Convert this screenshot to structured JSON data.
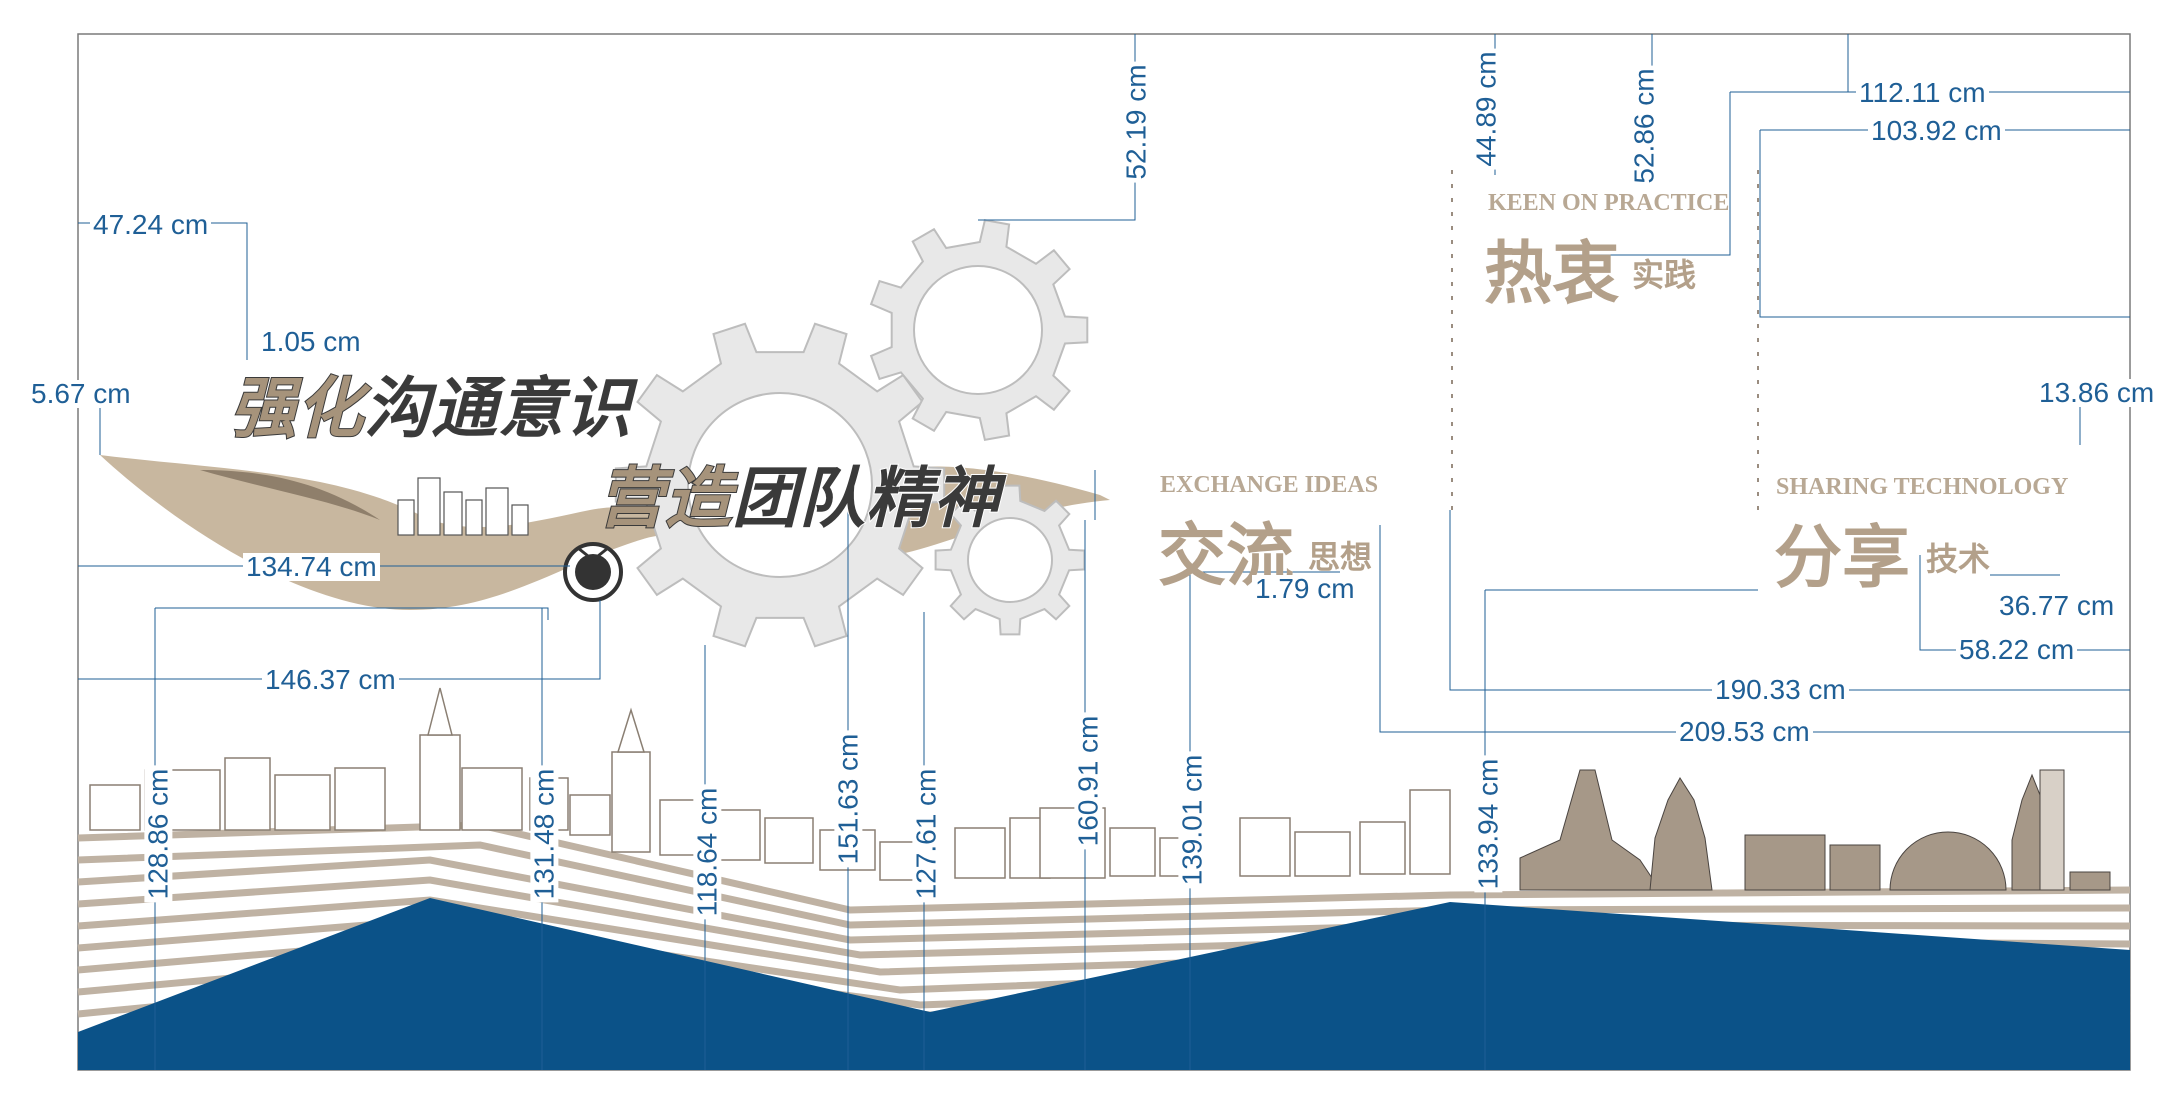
{
  "dimensions": [
    "47.24 cm",
    "1.05 cm",
    "5.67 cm",
    "134.74 cm",
    "146.37 cm",
    "52.19 cm",
    "44.89 cm",
    "52.86 cm",
    "112.11 cm",
    "103.92 cm",
    "13.86 cm",
    "1.79 cm",
    "36.77 cm",
    "58.22 cm",
    "190.33 cm",
    "209.53 cm",
    "128.86 cm",
    "131.48 cm",
    "118.64 cm",
    "151.63 cm",
    "127.61 cm",
    "160.91 cm",
    "139.01 cm",
    "133.94 cm"
  ],
  "slogan": {
    "line1_gold": "强化",
    "line1_dark": "沟通意识",
    "line2_gold": "营造",
    "line2_dark": "团队精神"
  },
  "blocks": [
    {
      "en": "KEEN ON PRACTICE",
      "cn_big": "热衷",
      "cn_small": "实践"
    },
    {
      "en": "EXCHANGE IDEAS",
      "cn_big": "交流",
      "cn_small": "思想"
    },
    {
      "en": "SHARING TECHNOLOGY",
      "cn_big": "分享",
      "cn_small": "技术"
    }
  ],
  "colors": {
    "dimension": "#1f5f96",
    "brand_blue": "#0b5288",
    "gold": "#b3a08a",
    "stripe": "#bfb2a3",
    "gear": "#e8e8e8",
    "dark": "#3a3a3a"
  },
  "icons": [
    "gear-icon",
    "medal-icon",
    "city-skyline"
  ]
}
